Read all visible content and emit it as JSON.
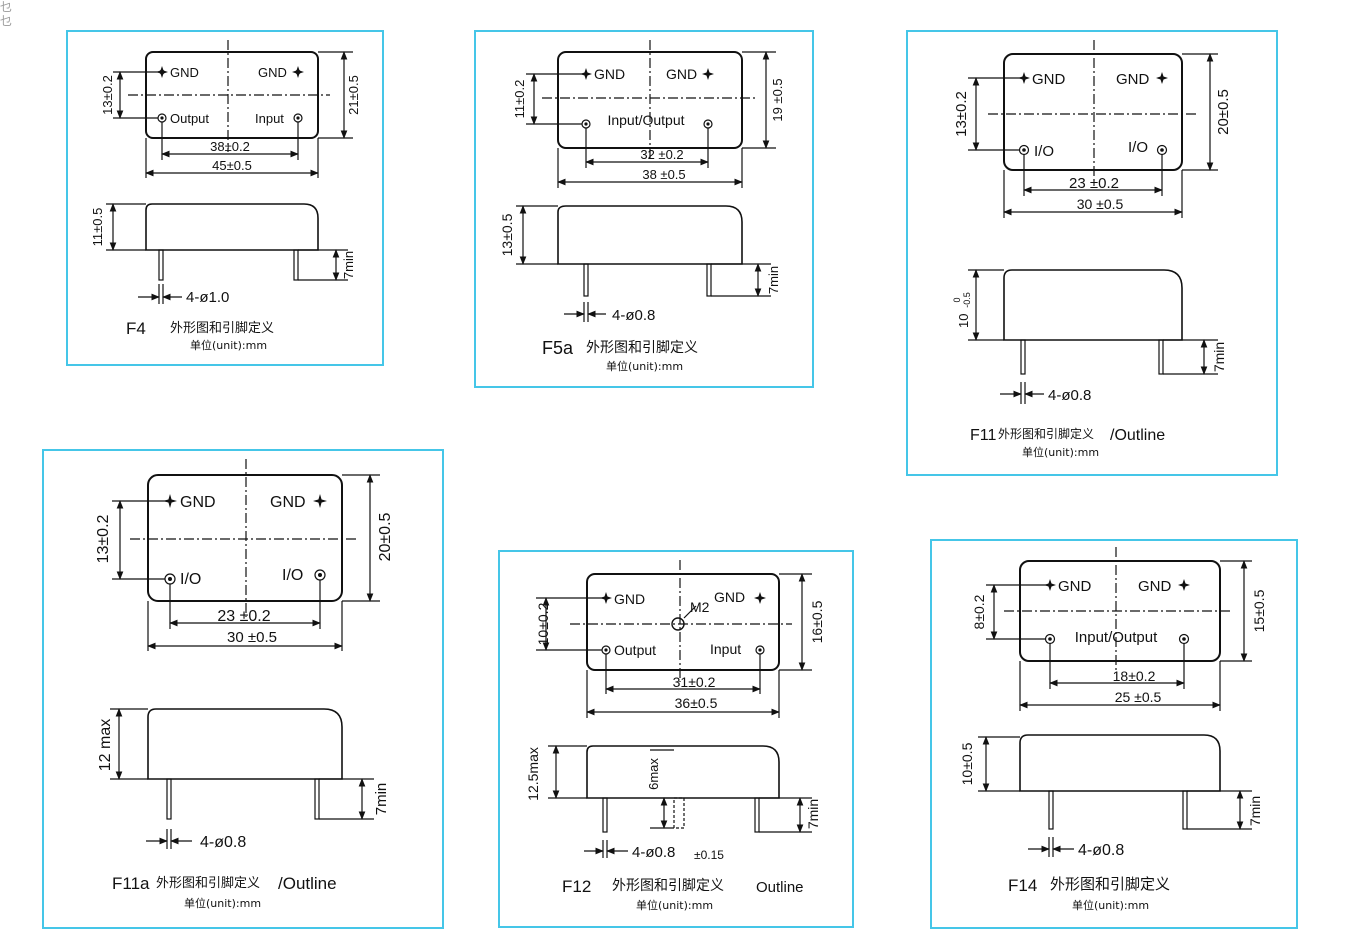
{
  "corner_mark": "乜 乜",
  "caption_cn": "外形图和引脚定义",
  "unit_label": "单位(unit):mm",
  "panels": {
    "f4": {
      "model": "F4",
      "pins": {
        "tl": "GND",
        "tr": "GND",
        "bl": "Output",
        "br": "Input"
      },
      "dims": {
        "pin_v": "13±0.2",
        "body_v": "21±0.5",
        "pin_h": "38±0.2",
        "body_h": "45±0.5",
        "height": "11±0.5",
        "pin_len": "7min",
        "pin_dia": "4-ø1.0"
      }
    },
    "f5a": {
      "model": "F5a",
      "pins": {
        "tl": "GND",
        "tr": "GND",
        "mid": "Input/Output"
      },
      "dims": {
        "pin_v": "11±0.2",
        "body_v": "19 ±0.5",
        "pin_h": "32 ±0.2",
        "body_h": "38 ±0.5",
        "height": "13±0.5",
        "pin_len": "7min",
        "pin_dia": "4-ø0.8"
      }
    },
    "f11": {
      "model": "F11",
      "suffix": "/Outline",
      "pins": {
        "tl": "GND",
        "tr": "GND",
        "bl": "I/O",
        "br": "I/O"
      },
      "dims": {
        "pin_v": "13±0.2",
        "body_v": "20±0.5",
        "pin_h": "23 ±0.2",
        "body_h": "30 ±0.5",
        "height": "10",
        "height_tol_upper": "0",
        "height_tol_lower": "-0.5",
        "pin_len": "7min",
        "pin_dia": "4-ø0.8"
      }
    },
    "f11a": {
      "model": "F11a",
      "suffix": "/Outline",
      "pins": {
        "tl": "GND",
        "tr": "GND",
        "bl": "I/O",
        "br": "I/O"
      },
      "dims": {
        "pin_v": "13±0.2",
        "body_v": "20±0.5",
        "pin_h": "23 ±0.2",
        "body_h": "30 ±0.5",
        "height": "12 max",
        "pin_len": "7min",
        "pin_dia": "4-ø0.8"
      }
    },
    "f12": {
      "model": "F12",
      "suffix": "Outline",
      "pins": {
        "tl": "GND",
        "tr": "GND",
        "bl": "Output",
        "br": "Input",
        "mount": "M2"
      },
      "dims": {
        "pin_v": "10±0.2",
        "body_v": "16±0.5",
        "pin_h": "31±0.2",
        "body_h": "36±0.5",
        "height": "12.5max",
        "mount_len": "6max",
        "pin_len": "7min",
        "pin_dia": "4-ø0.8",
        "pin_dia_tol": "±0.15"
      }
    },
    "f14": {
      "model": "F14",
      "pins": {
        "tl": "GND",
        "tr": "GND",
        "mid": "Input/Output"
      },
      "dims": {
        "pin_v": "8±0.2",
        "body_v": "15±0.5",
        "pin_h": "18±0.2",
        "body_h": "25 ±0.5",
        "height": "10±0.5",
        "pin_len": "7min",
        "pin_dia": "4-ø0.8"
      }
    }
  },
  "colors": {
    "panel_border": "#45c6e8",
    "ink": "#111111"
  }
}
